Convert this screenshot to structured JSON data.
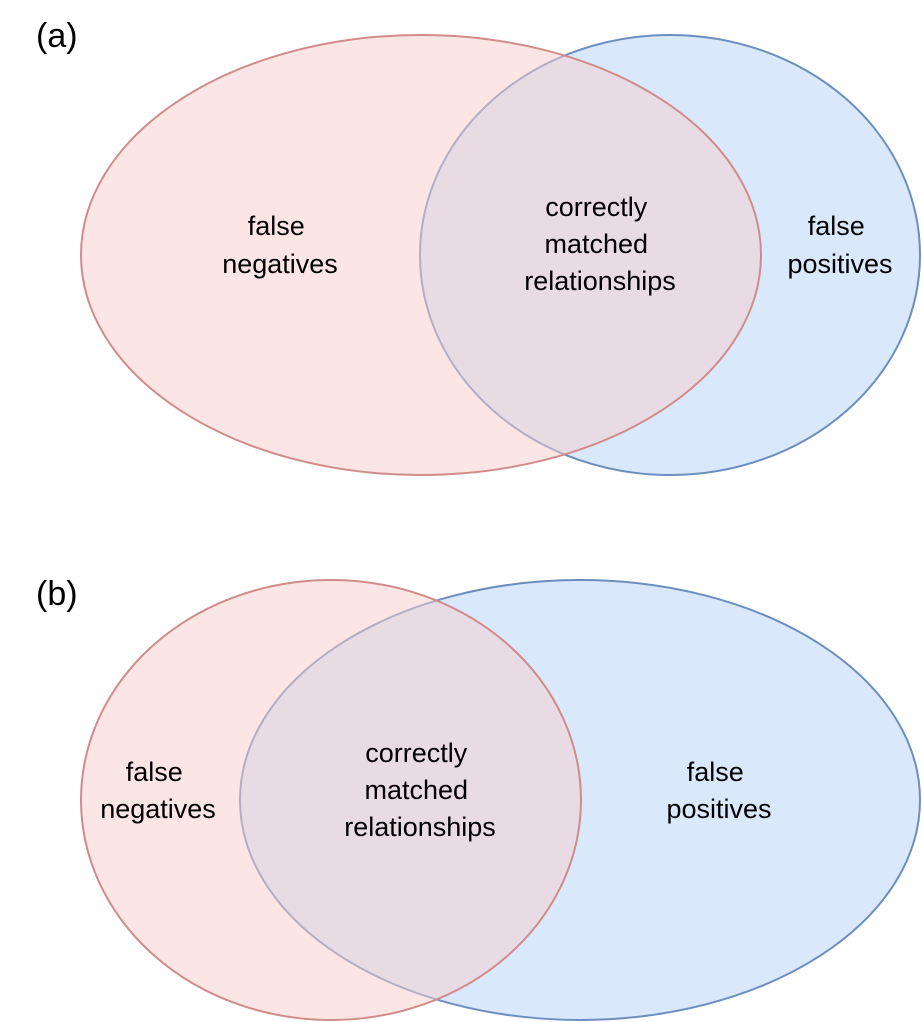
{
  "colors": {
    "pink_fill": "#f8cecc",
    "pink_stroke": "#d08c8a",
    "blue_fill": "#dae8fc",
    "blue_stroke": "#6c8ebf"
  },
  "panels": [
    {
      "label": "(a)",
      "left_set": {
        "lines": [
          "false",
          "negatives"
        ]
      },
      "intersection": {
        "lines": [
          "correctly",
          "matched",
          "relationships"
        ]
      },
      "right_set": {
        "lines": [
          "false",
          "positives"
        ]
      }
    },
    {
      "label": "(b)",
      "left_set": {
        "lines": [
          "false",
          "negatives"
        ]
      },
      "intersection": {
        "lines": [
          "correctly",
          "matched",
          "relationships"
        ]
      },
      "right_set": {
        "lines": [
          "false",
          "positives"
        ]
      }
    }
  ]
}
